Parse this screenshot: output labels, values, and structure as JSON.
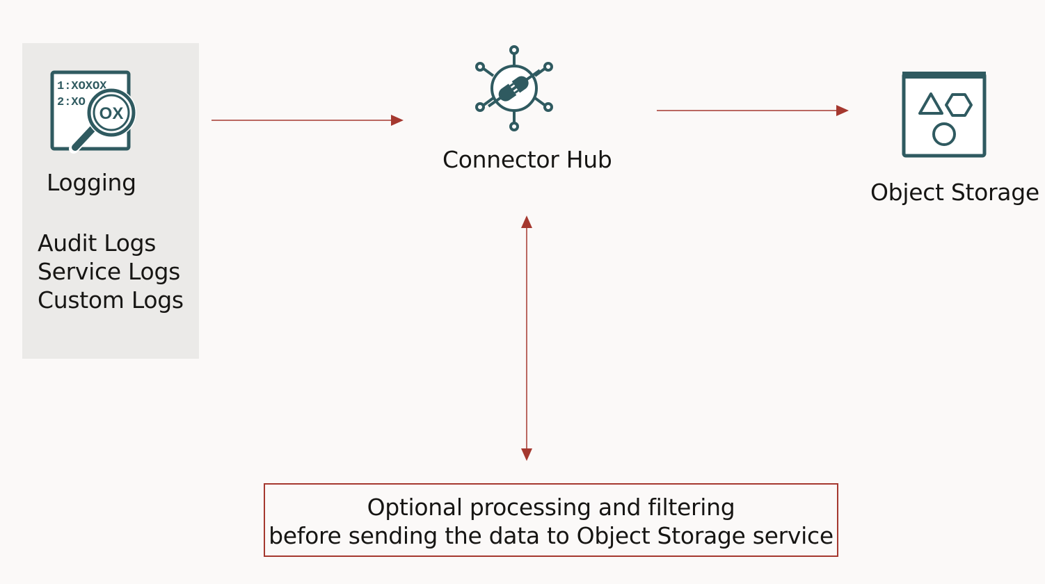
{
  "colors": {
    "background": "#fbf9f8",
    "panel": "#ebeae8",
    "icon": "#2f5a60",
    "arrow": "#a5382f",
    "text": "#161513"
  },
  "source": {
    "icon": "logging-icon",
    "icon_text_line1": "1:XOXOX",
    "icon_text_line2": "2:XO",
    "icon_lens_text": "OX",
    "title": "Logging",
    "log_types": [
      "Audit Logs",
      "Service Logs",
      "Custom Logs"
    ]
  },
  "hub": {
    "icon": "connector-hub-icon",
    "title": "Connector Hub"
  },
  "target": {
    "icon": "object-storage-icon",
    "title": "Object Storage"
  },
  "note": {
    "line1": "Optional processing and filtering",
    "line2": "before sending the data to Object Storage service"
  }
}
